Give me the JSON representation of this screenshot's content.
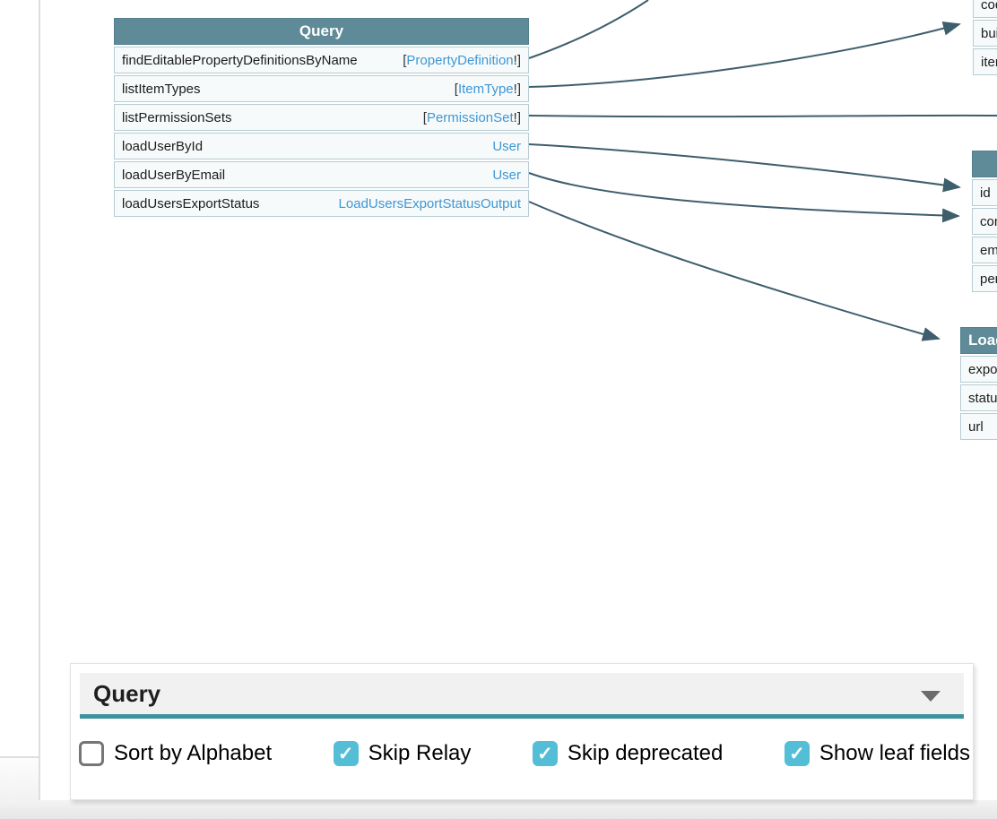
{
  "graph": {
    "query_table": {
      "title": "Query",
      "fields": [
        {
          "name": "findEditablePropertyDefinitionsByName",
          "type_prefix": "[",
          "type": "PropertyDefinition",
          "type_suffix": "!]"
        },
        {
          "name": "listItemTypes",
          "type_prefix": "[",
          "type": "ItemType",
          "type_suffix": "!]"
        },
        {
          "name": "listPermissionSets",
          "type_prefix": "[",
          "type": "PermissionSet",
          "type_suffix": "!]"
        },
        {
          "name": "loadUserById",
          "type_prefix": "",
          "type": "User",
          "type_suffix": ""
        },
        {
          "name": "loadUserByEmail",
          "type_prefix": "",
          "type": "User",
          "type_suffix": ""
        },
        {
          "name": "loadUsersExportStatus",
          "type_prefix": "",
          "type": "LoadUsersExportStatusOutput",
          "type_suffix": ""
        }
      ]
    },
    "partial_tables": [
      {
        "title": "",
        "rows": [
          "cod",
          "bui",
          "iter"
        ]
      },
      {
        "title": "",
        "rows": [
          "id",
          "con",
          "em",
          "per"
        ]
      },
      {
        "title": "Load",
        "rows": [
          "expo",
          "statu",
          "url"
        ]
      }
    ]
  },
  "panel": {
    "type_select_value": "Query",
    "checkboxes": [
      {
        "label": "Sort by Alphabet",
        "checked": false
      },
      {
        "label": "Skip Relay",
        "checked": true
      },
      {
        "label": "Skip deprecated",
        "checked": true
      },
      {
        "label": "Show leaf fields",
        "checked": true
      }
    ]
  },
  "icons": {
    "check": "✓"
  },
  "colors": {
    "node_header": "#5f8b99",
    "row_border": "#b6ccd4",
    "row_bg": "#f7fafa",
    "type_link": "#3f97d4",
    "edge": "#3e5e6c",
    "select_underline": "#3d929e",
    "checkbox_checked": "#53bed6"
  }
}
